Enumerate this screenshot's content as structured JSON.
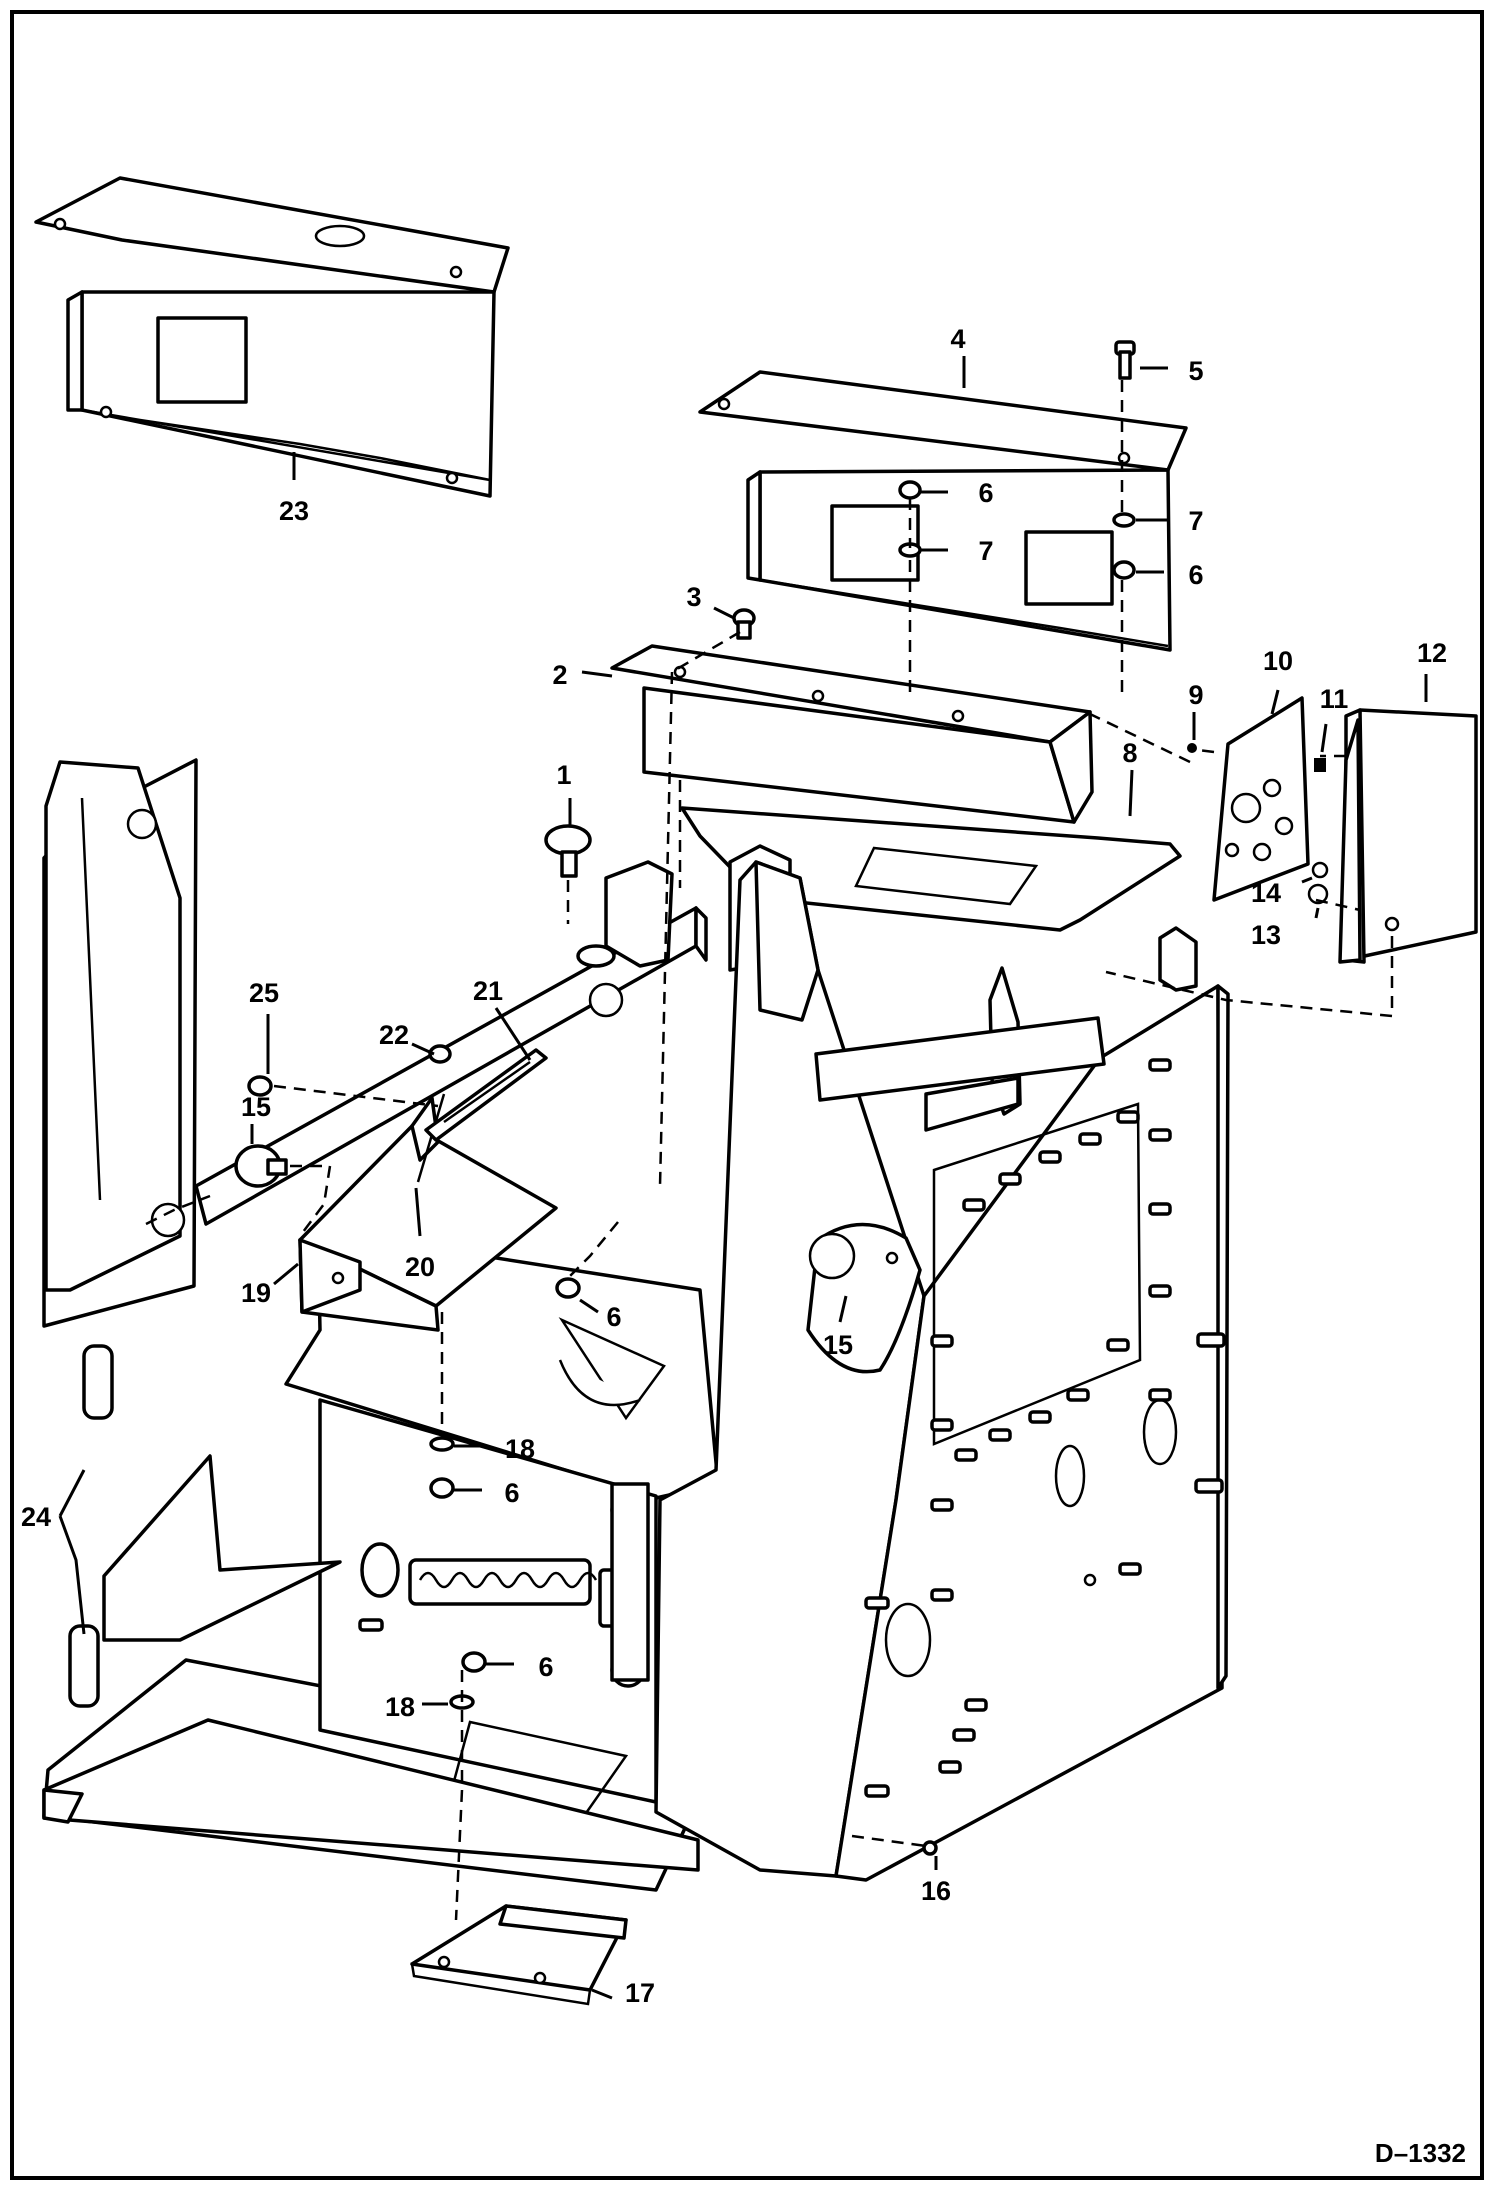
{
  "drawing_number": "D–1332",
  "callouts": {
    "c1": "1",
    "c2": "2",
    "c3": "3",
    "c4": "4",
    "c5": "5",
    "c6a": "6",
    "c6b": "6",
    "c6c": "6",
    "c6d": "6",
    "c6e": "6",
    "c7a": "7",
    "c7b": "7",
    "c8": "8",
    "c9": "9",
    "c10": "10",
    "c11": "11",
    "c12": "12",
    "c13": "13",
    "c14": "14",
    "c15a": "15",
    "c15b": "15",
    "c16": "16",
    "c17": "17",
    "c18a": "18",
    "c18b": "18",
    "c19": "19",
    "c20": "20",
    "c21": "21",
    "c22": "22",
    "c23": "23",
    "c24": "24",
    "c25": "25"
  }
}
